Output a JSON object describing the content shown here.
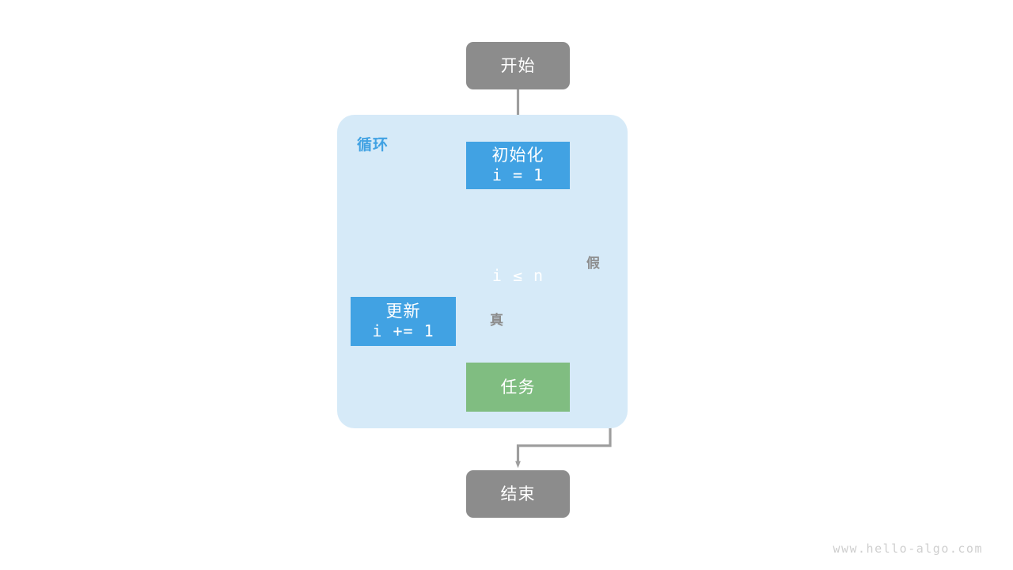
{
  "diagram": {
    "title_label": "循环",
    "palette": {
      "terminator": "#8c8c8c",
      "process": "#41a2e3",
      "task": "#80bd81",
      "container": "#d6eaf8",
      "connector": "#9e9e9e",
      "container_label": "#41a2e3",
      "edge_label": "#8c8c8c",
      "node_text": "#ffffff",
      "background": "#ffffff",
      "watermark": "#cfcfcf"
    },
    "nodes": {
      "start": {
        "text": "开始",
        "shape": "terminator"
      },
      "init": {
        "line1": "初始化",
        "line2": "i = 1",
        "shape": "process"
      },
      "condition": {
        "text": "i ≤ n",
        "shape": "decision"
      },
      "update": {
        "line1": "更新",
        "line2": "i += 1",
        "shape": "process"
      },
      "task": {
        "text": "任务",
        "shape": "process"
      },
      "end": {
        "text": "结束",
        "shape": "terminator"
      }
    },
    "edge_labels": {
      "true": "真",
      "false": "假"
    }
  },
  "footer": {
    "watermark": "www.hello-algo.com"
  }
}
